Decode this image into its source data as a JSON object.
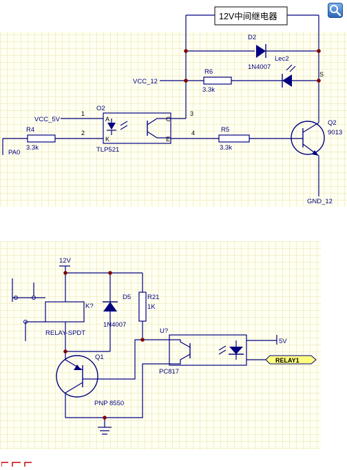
{
  "top": {
    "title_box": "12V中间继电器",
    "components": {
      "d2_ref": "D2",
      "d2_part": "1N4007",
      "led_ref": "Lec2",
      "r6_ref": "R6",
      "r6_val": "3.3k",
      "vcc12": "VCC_12",
      "vcc5": "VCC_5V",
      "o2_ref": "O2",
      "o2_part": "TLP521",
      "r4_ref": "R4",
      "r4_val": "3.3k",
      "pa0": "PA0",
      "r5_ref": "R5",
      "r5_val": "3.3k",
      "q2_ref": "Q2",
      "q2_part": "9013",
      "gnd": "GND_12",
      "pin1": "1",
      "pin2": "2",
      "pin3": "3",
      "pin4": "4",
      "pinA": "A",
      "pinK": "K",
      "pinC": "C",
      "pinE": "E",
      "pinS": "S"
    }
  },
  "bottom": {
    "supply": "12V",
    "relay_ref": "K?",
    "relay_part": "RELAY-SPDT",
    "d5_ref": "D5",
    "d5_part": "1N4007",
    "r21_ref": "R21",
    "r21_val": "1K",
    "u_ref": "U?",
    "u_part": "PC817",
    "q1_ref": "Q1",
    "q1_part": "PNP 8550",
    "v5": "5V",
    "relay_net": "RELAY1"
  },
  "colors": {
    "grid": "#e6e2a8",
    "wire": "#000080",
    "background": "#fffff2",
    "port": "#ffff80",
    "junction": "#800000"
  },
  "icons": {
    "search": "search-icon"
  }
}
